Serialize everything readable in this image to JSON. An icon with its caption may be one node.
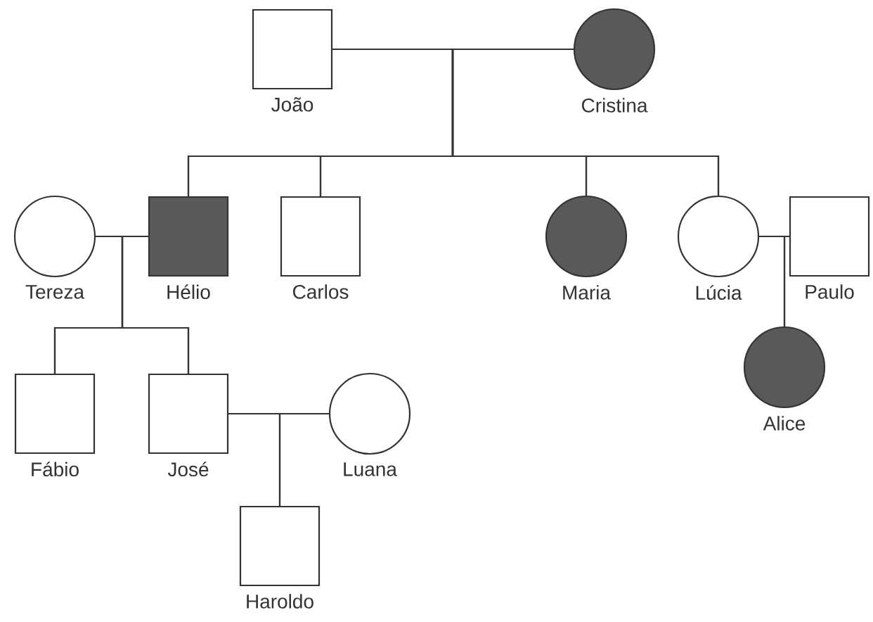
{
  "diagram": {
    "nodes": [
      {
        "text": [
          "João"
        ]
      },
      {
        "text": [
          "Cristina"
        ]
      },
      {
        "text": [
          "Tereza"
        ]
      },
      {
        "text": [
          "Hélio"
        ]
      },
      {
        "text": [
          "Carlos"
        ]
      },
      {
        "text": [
          "Maria"
        ]
      },
      {
        "text": [
          "Lúcia"
        ]
      },
      {
        "text": [
          "Paulo"
        ]
      },
      {
        "text": [
          "Fábio"
        ]
      },
      {
        "text": [
          "José"
        ]
      },
      {
        "text": [
          "Luana"
        ]
      },
      {
        "text": [
          "Haroldo"
        ]
      },
      {
        "text": [
          "Alice"
        ]
      }
    ],
    "edges": [
      {
        "from": 0,
        "to": 1,
        "arrow": "none"
      },
      {
        "from": 0,
        "to": 3,
        "arrow": "none"
      },
      {
        "from": 1,
        "to": 3,
        "arrow": "none"
      },
      {
        "from": 0,
        "to": 4,
        "arrow": "none"
      },
      {
        "from": 1,
        "to": 4,
        "arrow": "none"
      },
      {
        "from": 0,
        "to": 5,
        "arrow": "none"
      },
      {
        "from": 1,
        "to": 5,
        "arrow": "none"
      },
      {
        "from": 0,
        "to": 6,
        "arrow": "none"
      },
      {
        "from": 1,
        "to": 6,
        "arrow": "none"
      },
      {
        "from": 2,
        "to": 3,
        "arrow": "none"
      },
      {
        "from": 2,
        "to": 8,
        "arrow": "none"
      },
      {
        "from": 3,
        "to": 8,
        "arrow": "none"
      },
      {
        "from": 2,
        "to": 9,
        "arrow": "none"
      },
      {
        "from": 3,
        "to": 9,
        "arrow": "none"
      },
      {
        "from": 6,
        "to": 7,
        "arrow": "none"
      },
      {
        "from": 6,
        "to": 12,
        "arrow": "none"
      },
      {
        "from": 7,
        "to": 12,
        "arrow": "none"
      },
      {
        "from": 9,
        "to": 10,
        "arrow": "none"
      },
      {
        "from": 9,
        "to": 11,
        "arrow": "none"
      },
      {
        "from": 10,
        "to": 11,
        "arrow": "none"
      }
    ]
  }
}
